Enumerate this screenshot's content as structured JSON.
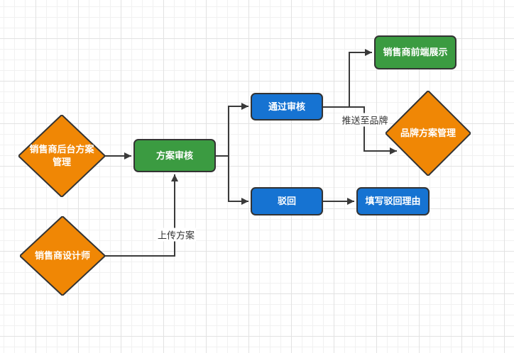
{
  "nodes": {
    "seller_backend": {
      "label": "销售商后台方案管理",
      "shape": "diamond",
      "color": "orange"
    },
    "seller_designer": {
      "label": "销售商设计师",
      "shape": "diamond",
      "color": "orange"
    },
    "brand_plan": {
      "label": "品牌方案管理",
      "shape": "diamond",
      "color": "orange"
    },
    "plan_review": {
      "label": "方案审核",
      "shape": "rect",
      "color": "green"
    },
    "frontend_display": {
      "label": "销售商前端展示",
      "shape": "rect",
      "color": "green"
    },
    "pass_review": {
      "label": "通过审核",
      "shape": "rect",
      "color": "blue"
    },
    "reject": {
      "label": "驳回",
      "shape": "rect",
      "color": "blue"
    },
    "fill_reject_reason": {
      "label": "填写驳回理由",
      "shape": "rect",
      "color": "blue"
    }
  },
  "edge_labels": {
    "upload_plan": "上传方案",
    "push_to_brand": "推送至品牌"
  },
  "colors": {
    "orange": "#F08705",
    "green": "#3B9B41",
    "blue": "#1673D2",
    "stroke": "#333333",
    "edge": "#3A3A3A",
    "label-ink": "#333333"
  }
}
